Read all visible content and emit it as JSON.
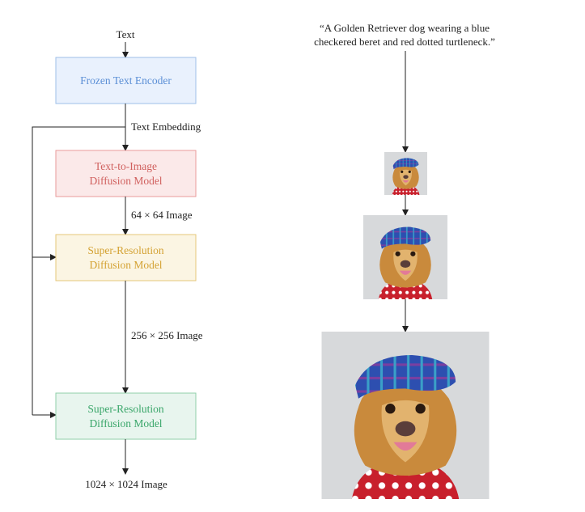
{
  "pipeline": {
    "input_label": "Text",
    "embedding_label": "Text Embedding",
    "boxes": [
      {
        "line1": "Frozen Text Encoder",
        "line2": "",
        "fill": "#e9f1fd",
        "stroke": "#9ebfe8",
        "text_color": "#5b8fd6"
      },
      {
        "line1": "Text-to-Image",
        "line2": "Diffusion Model",
        "fill": "#fbe9e9",
        "stroke": "#e89a9a",
        "text_color": "#d0605e"
      },
      {
        "line1": "Super-Resolution",
        "line2": "Diffusion Model",
        "fill": "#fbf5e3",
        "stroke": "#e6c77a",
        "text_color": "#d4a233"
      },
      {
        "line1": "Super-Resolution",
        "line2": "Diffusion Model",
        "fill": "#e8f5ee",
        "stroke": "#8fcfa8",
        "text_color": "#3aa66a"
      }
    ],
    "output_labels": [
      "64 × 64 Image",
      "256 × 256 Image",
      "1024 × 1024 Image"
    ]
  },
  "example": {
    "prompt_line1": "“A Golden Retriever dog wearing a blue",
    "prompt_line2": "checkered beret and red dotted turtleneck.”",
    "images": [
      "dog-64",
      "dog-256",
      "dog-1024"
    ]
  }
}
